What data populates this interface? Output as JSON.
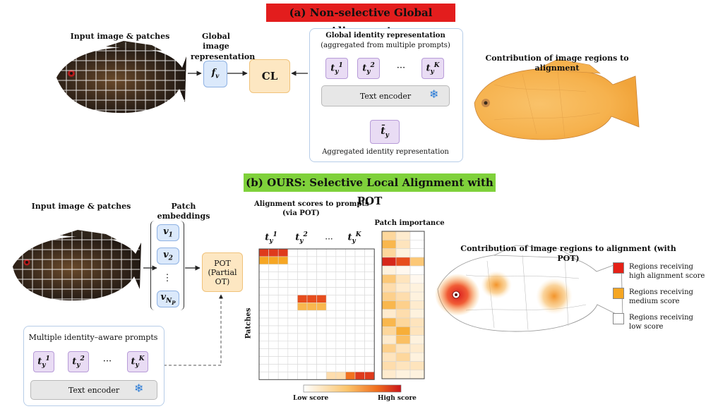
{
  "section_a": {
    "title": "(a) Non-selective Global Alignment",
    "input_label": "Input image & patches",
    "global_rep_label_1": "Global image",
    "global_rep_label_2": "representation",
    "fv": "f",
    "fv_sub": "v",
    "cl": "CL",
    "panel_title": "Global identity representation",
    "panel_subtitle": "(aggregated from multiple prompts)",
    "prompts": [
      {
        "base": "t",
        "sub": "y",
        "sup": "1"
      },
      {
        "base": "t",
        "sub": "y",
        "sup": "2"
      },
      {
        "base": "t",
        "sub": "y",
        "sup": "K"
      }
    ],
    "ellipsis": "···",
    "text_encoder": "Text encoder",
    "agg_symbol": "t̄",
    "agg_sub": "y",
    "agg_label": "Aggregated identity representation",
    "contrib_label": "Contribution of image regions to alignment"
  },
  "section_b": {
    "title": "(b) OURS: Selective Local Alignment with POT",
    "input_label": "Input image & patches",
    "patch_emb_label": "Patch embeddings",
    "patches": [
      {
        "base": "v",
        "sub": "1"
      },
      {
        "base": "v",
        "sub": "2"
      },
      {
        "base": "⋮",
        "sub": ""
      },
      {
        "base": "v",
        "sub": "N",
        "subsub": "P"
      }
    ],
    "pot_line1": "POT",
    "pot_line2": "(Partial OT)",
    "prompts_panel_title": "Multiple identity–aware prompts",
    "prompts": [
      {
        "base": "t",
        "sub": "y",
        "sup": "1"
      },
      {
        "base": "t",
        "sub": "y",
        "sup": "2"
      },
      {
        "base": "t",
        "sub": "y",
        "sup": "K"
      }
    ],
    "ellipsis": "···",
    "text_encoder": "Text encoder",
    "align_title_1": "Alignment scores to prompts",
    "align_title_2": "(via POT)",
    "col_headers": [
      {
        "base": "t",
        "sub": "y",
        "sup": "1"
      },
      {
        "base": "t",
        "sub": "y",
        "sup": "2"
      },
      {
        "base": "···",
        "sub": "",
        "sup": ""
      },
      {
        "base": "t",
        "sub": "y",
        "sup": "K"
      }
    ],
    "patches_axis": "Patches",
    "importance_title": "Patch importance",
    "colorbar_low": "Low score",
    "colorbar_high": "High score",
    "contrib_label": "Contribution of image regions to alignment (with POT)",
    "legend": [
      {
        "color": "#e52117",
        "lines": [
          "Regions receiving",
          "high alignment score"
        ]
      },
      {
        "color": "#f5a623",
        "lines": [
          "Regions receiving",
          "medium score"
        ]
      },
      {
        "color": "#ffffff",
        "lines": [
          "Regions receiving",
          "low score"
        ]
      }
    ]
  },
  "colors": {
    "high": "#d7191c",
    "medium": "#f6a623",
    "low": "#fff5e6",
    "accent_blue": "#2b7bd6"
  },
  "icons": [
    "snowflake-icon",
    "snowflake-icon"
  ],
  "chart_data": {
    "type": "heatmap",
    "alignment_matrix": {
      "rows": 17,
      "cols": 12,
      "cells": [
        [
          0,
          0,
          0.9
        ],
        [
          0,
          1,
          0.9
        ],
        [
          0,
          2,
          0.9
        ],
        [
          1,
          0,
          0.6
        ],
        [
          1,
          1,
          0.6
        ],
        [
          1,
          2,
          0.6
        ],
        [
          6,
          4,
          0.85
        ],
        [
          6,
          5,
          0.85
        ],
        [
          6,
          6,
          0.85
        ],
        [
          7,
          4,
          0.5
        ],
        [
          7,
          5,
          0.5
        ],
        [
          7,
          6,
          0.5
        ],
        [
          16,
          7,
          0.25
        ],
        [
          16,
          8,
          0.25
        ],
        [
          16,
          9,
          0.75
        ],
        [
          16,
          10,
          0.9
        ],
        [
          16,
          11,
          0.9
        ]
      ]
    },
    "importance": {
      "rows": 17,
      "cols": 3,
      "values": [
        [
          0.3,
          0.15,
          0.0
        ],
        [
          0.5,
          0.2,
          0.0
        ],
        [
          0.3,
          0.1,
          0.0
        ],
        [
          0.95,
          0.85,
          0.4
        ],
        [
          0.1,
          0.05,
          0.0
        ],
        [
          0.4,
          0.2,
          0.05
        ],
        [
          0.25,
          0.15,
          0.1
        ],
        [
          0.35,
          0.25,
          0.1
        ],
        [
          0.5,
          0.35,
          0.15
        ],
        [
          0.15,
          0.25,
          0.1
        ],
        [
          0.5,
          0.3,
          0.2
        ],
        [
          0.3,
          0.55,
          0.2
        ],
        [
          0.15,
          0.45,
          0.1
        ],
        [
          0.35,
          0.2,
          0.15
        ],
        [
          0.2,
          0.3,
          0.1
        ],
        [
          0.25,
          0.2,
          0.2
        ],
        [
          0.15,
          0.1,
          0.1
        ]
      ]
    }
  }
}
